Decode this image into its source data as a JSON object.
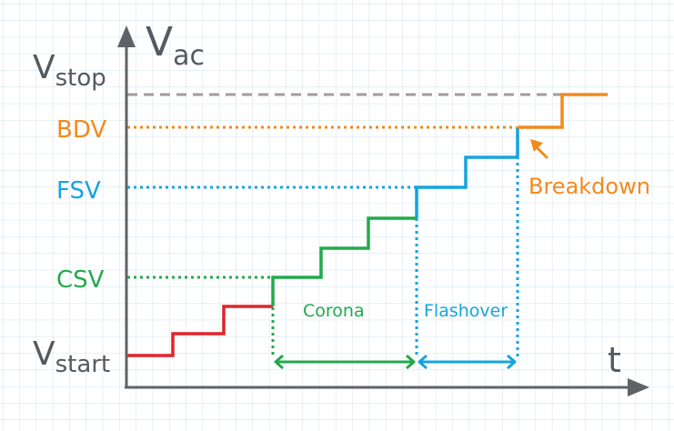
{
  "axes": {
    "y_label_main": "V",
    "y_label_sub": "ac",
    "x_label": "t"
  },
  "levels": {
    "stop": {
      "main": "V",
      "sub": "stop"
    },
    "start": {
      "main": "V",
      "sub": "start"
    },
    "bdv": "BDV",
    "fsv": "FSV",
    "csv": "CSV"
  },
  "annotations": {
    "corona": "Corona",
    "flashover": "Flashover",
    "breakdown": "Breakdown"
  },
  "colors": {
    "grid": "#cfe3ef",
    "axis": "#5f6368",
    "red": "#e0242b",
    "green": "#22aa4b",
    "blue": "#14a4e0",
    "orange": "#f28a1e",
    "gray": "#9e9e9e"
  }
}
